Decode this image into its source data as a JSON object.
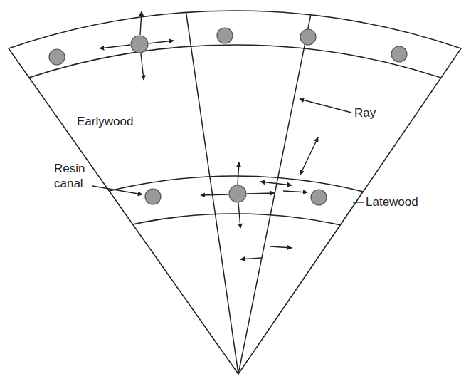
{
  "diagram": {
    "labels": [
      "Earlywood",
      "Ray",
      "Resin canal",
      "Latewood"
    ]
  }
}
